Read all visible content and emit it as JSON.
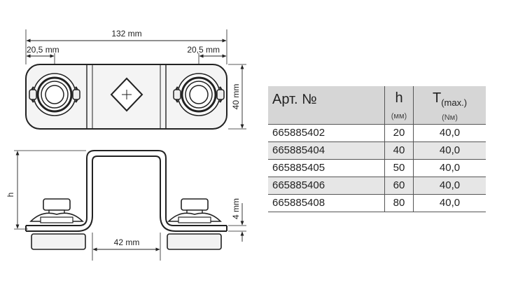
{
  "dimensions": {
    "overall_length": "132 mm",
    "left_offset": "20,5 mm",
    "right_offset": "20,5 mm",
    "width": "40 mm",
    "height_symbol": "h",
    "inner_width": "42 mm",
    "thickness": "4 mm"
  },
  "table": {
    "col_article": "Арт. №",
    "col_h": "h",
    "col_h_unit": "(мм)",
    "col_t_main": "T",
    "col_t_sub": "(max.)",
    "col_t_unit": "(Nм)",
    "rows": [
      {
        "article": "665885402",
        "h": "20",
        "t": "40,0"
      },
      {
        "article": "665885404",
        "h": "40",
        "t": "40,0"
      },
      {
        "article": "665885405",
        "h": "50",
        "t": "40,0"
      },
      {
        "article": "665885406",
        "h": "60",
        "t": "40,0"
      },
      {
        "article": "665885408",
        "h": "80",
        "t": "40,0"
      }
    ]
  }
}
